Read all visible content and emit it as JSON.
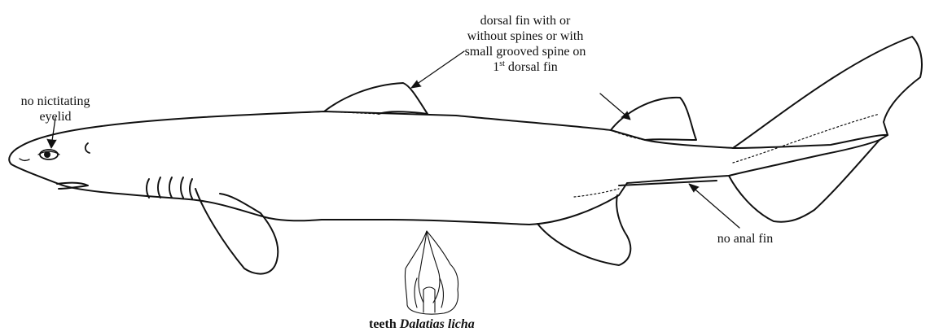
{
  "labels": {
    "eyelid": {
      "line1": "no nictitating",
      "line2": "eyelid"
    },
    "dorsal": {
      "line1": "dorsal fin with or",
      "line2": "without spines or with",
      "line3": "small grooved spine on",
      "line4_num": "1",
      "line4_sup": "st",
      "line4_rest": " dorsal fin"
    },
    "anal": "no anal fin"
  },
  "caption": {
    "prefix": "teeth ",
    "species": "Dalatias licha"
  },
  "colors": {
    "ink": "#111111",
    "background": "#ffffff"
  }
}
